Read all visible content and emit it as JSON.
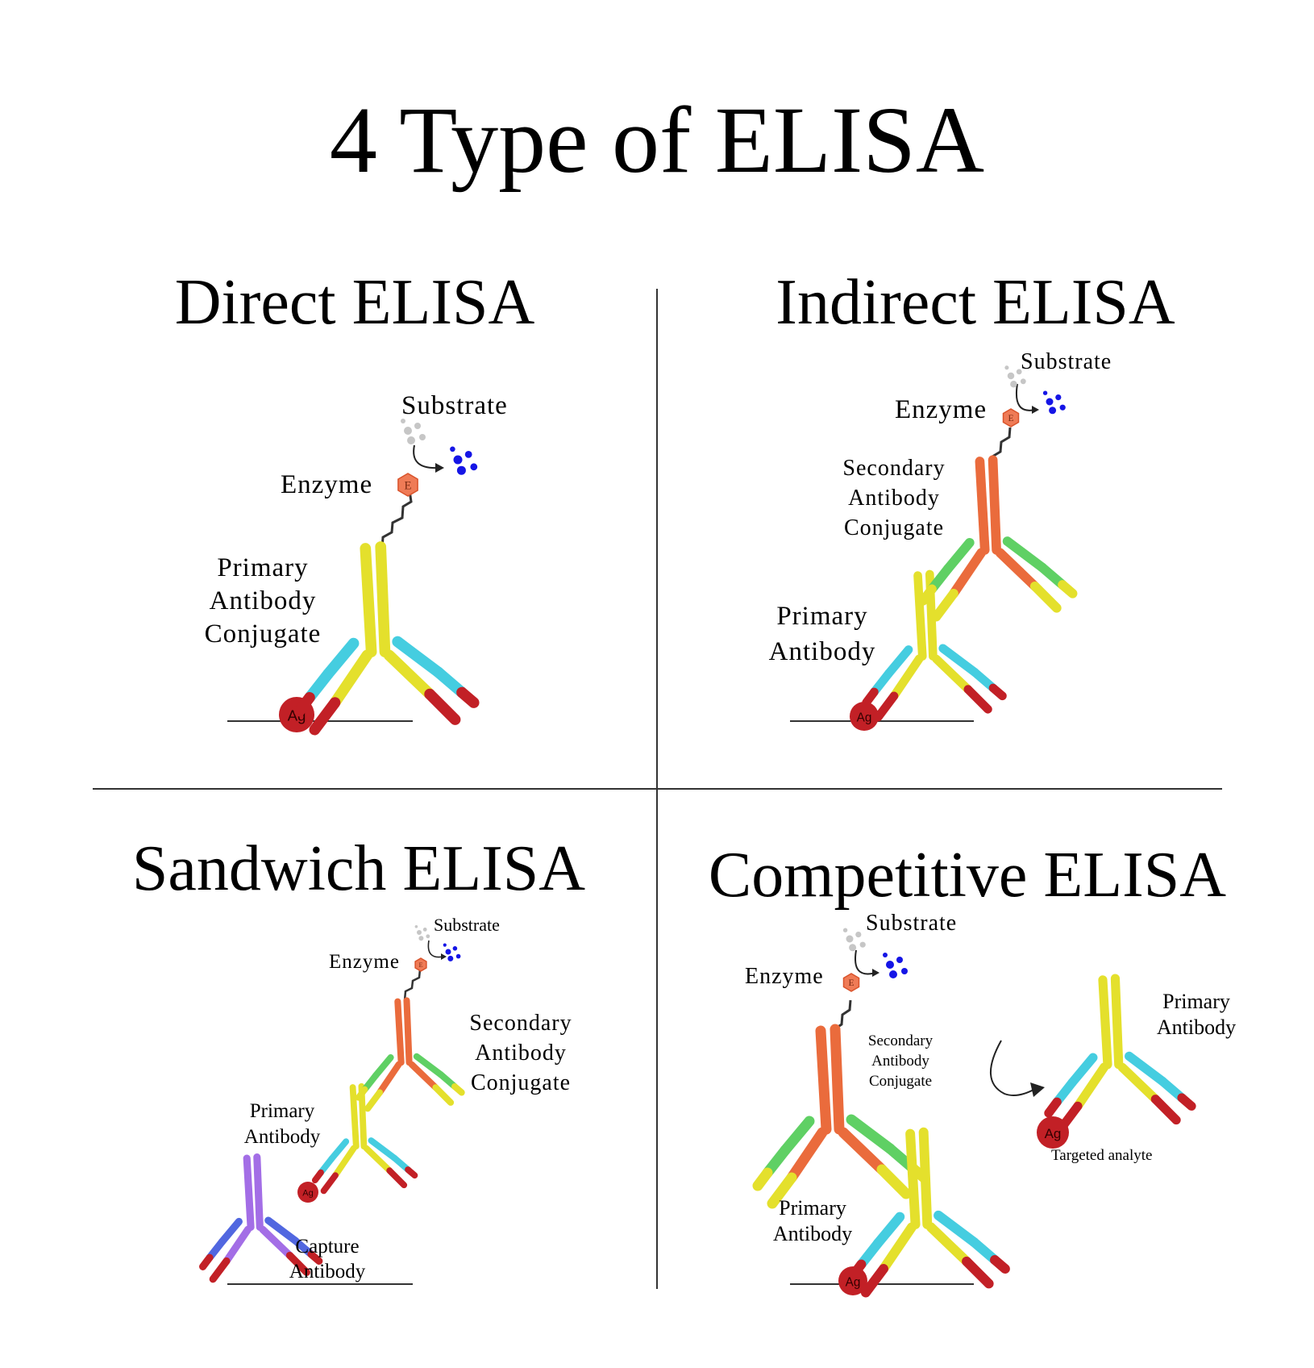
{
  "title": "4 Type of ELISA",
  "colors": {
    "heavy_chain": "#e4e02c",
    "variable_cyan": "#45cde0",
    "antigen_binding_red": "#c22026",
    "secondary_orange": "#ea6b3c",
    "variable_green": "#5fd064",
    "capture_purple": "#a36ee6",
    "capture_blue": "#5167e0",
    "substrate_grey": "#c6c6c6",
    "product_blue": "#1515e6",
    "enzyme_orange": "#ef7b56",
    "divider": "#333333"
  },
  "panels": {
    "direct": {
      "title": "Direct ELISA",
      "substrate": "Substrate",
      "enzyme": "Enzyme",
      "enzyme_mark": "E",
      "antibody": [
        "Primary",
        "Antibody",
        "Conjugate"
      ],
      "antigen": "Ag"
    },
    "indirect": {
      "title": "Indirect ELISA",
      "substrate": "Substrate",
      "enzyme": "Enzyme",
      "enzyme_mark": "E",
      "secondary": [
        "Secondary",
        "Antibody",
        "Conjugate"
      ],
      "primary": [
        "Primary",
        "Antibody"
      ],
      "antigen": "Ag"
    },
    "sandwich": {
      "title": "Sandwich ELISA",
      "substrate": "Substrate",
      "enzyme": "Enzyme",
      "enzyme_mark": "E",
      "secondary": [
        "Secondary",
        "Antibody",
        "Conjugate"
      ],
      "primary": [
        "Primary",
        "Antibody"
      ],
      "capture": [
        "Capture",
        "Antibody"
      ],
      "antigen": "Ag"
    },
    "competitive": {
      "title": "Competitive ELISA",
      "substrate": "Substrate",
      "enzyme": "Enzyme",
      "enzyme_mark": "E",
      "secondary": [
        "Secondary",
        "Antibody",
        "Conjugate"
      ],
      "primary_bound": [
        "Primary",
        "Antibody"
      ],
      "primary_free": [
        "Primary",
        "Antibody"
      ],
      "antigen_bound": "Ag",
      "antigen_free": "Ag",
      "analyte": "Targeted analyte"
    }
  }
}
